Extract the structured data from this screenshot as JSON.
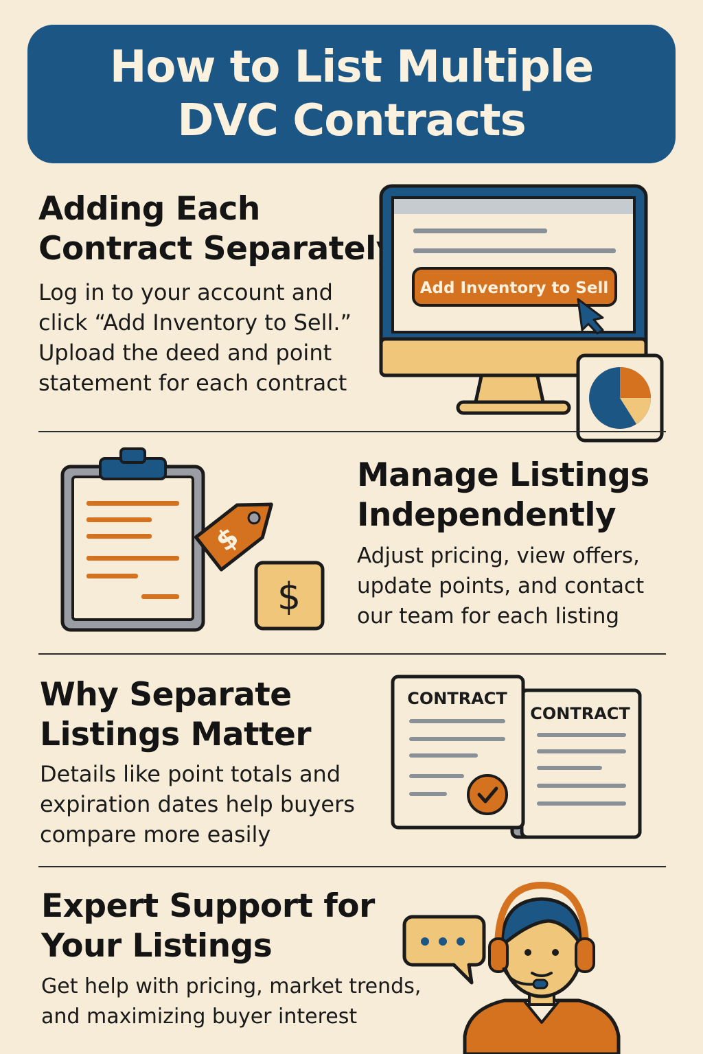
{
  "header": {
    "title_line1": "How to List Multiple",
    "title_line2": "DVC Contracts"
  },
  "sections": [
    {
      "title_lines": [
        "Adding Each",
        "Contract Separately"
      ],
      "body_lines": [
        "Log in to your account and",
        "click “Add Inventory to Sell.”",
        "Upload the deed and point",
        "statement for each contract"
      ],
      "illustration": {
        "icons": [
          "monitor-icon",
          "pie-chart-icon",
          "cursor-icon"
        ],
        "button_label": "Add Inventory to Sell",
        "button_color": "#D4721F"
      }
    },
    {
      "title_lines": [
        "Manage Listings",
        "Independently"
      ],
      "body_lines": [
        "Adjust pricing, view offers,",
        "update points, and contact",
        "our team for each listing"
      ],
      "illustration": {
        "icons": [
          "clipboard-icon",
          "price-tag-icon",
          "dollar-icon"
        ],
        "tag_symbol": "$",
        "coin_symbol": "$"
      }
    },
    {
      "title_lines": [
        "Why Separate",
        "Listings Matter"
      ],
      "body_lines": [
        "Details like point totals and",
        "expiration dates help buyers",
        "compare more easily"
      ],
      "illustration": {
        "icons": [
          "contract-document-icon",
          "check-icon"
        ],
        "doc_front_label": "CONTRACT",
        "doc_back_label": "CONTRACT"
      }
    },
    {
      "title_lines": [
        "Expert Support for",
        "Your Listings"
      ],
      "body_lines": [
        "Get help with pricing, market trends,",
        "and maximizing buyer interest"
      ],
      "illustration": {
        "icons": [
          "chat-bubble-icon",
          "support-agent-icon",
          "headset-icon"
        ]
      }
    }
  ],
  "colors": {
    "background": "#F6ECD7",
    "banner": "#1C5685",
    "accent_orange": "#D4721F",
    "accent_yellow": "#EFC67A",
    "text": "#141414"
  }
}
